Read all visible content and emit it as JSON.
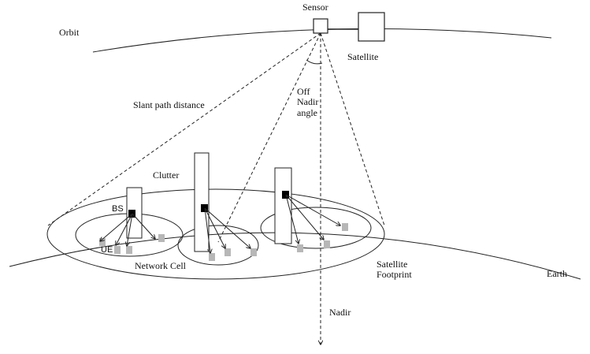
{
  "diagram": {
    "labels": {
      "sensor": "Sensor",
      "orbit": "Orbit",
      "satellite": "Satellite",
      "off_nadir_angle": "Off\nNadir\nangle",
      "slant_path_distance": "Slant path distance",
      "clutter": "Clutter",
      "bs": "BS",
      "ue": "UE",
      "network_cell": "Network Cell",
      "satellite_footprint": "Satellite\nFootprint",
      "earth": "Earth",
      "nadir": "Nadir"
    },
    "colors": {
      "line": "#222222",
      "ue_fill": "#b7b7b7",
      "bs_fill": "#000000",
      "background": "#ffffff"
    }
  }
}
